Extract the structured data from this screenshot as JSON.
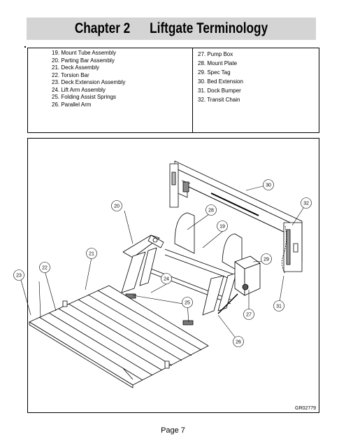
{
  "title": {
    "chapter": "Chapter 2",
    "name": "Liftgate Terminology"
  },
  "legend": {
    "left": [
      "19. Mount Tube Assembly",
      "20. Parting Bar Assembly",
      "21. Deck Assembly",
      "22. Torsion Bar",
      "23. Deck Extension Assembly",
      "24. Lift Arm Assembly",
      "25. Folding Assist Springs",
      "26. Parallel Arm"
    ],
    "right": [
      "27. Pump Box",
      "28. Mount Plate",
      "29. Spec Tag",
      "30. Bed Extension",
      "31. Dock Bumper",
      "32. Transit Chain"
    ]
  },
  "callouts": {
    "c19": "19",
    "c20": "20",
    "c21": "21",
    "c22": "22",
    "c23": "23",
    "c24": "24",
    "c25": "25",
    "c26": "26",
    "c27": "27",
    "c28": "28",
    "c29": "29",
    "c30": "30",
    "c31": "31",
    "c32": "32"
  },
  "figure_id": "GR02779",
  "page": "Page 7"
}
